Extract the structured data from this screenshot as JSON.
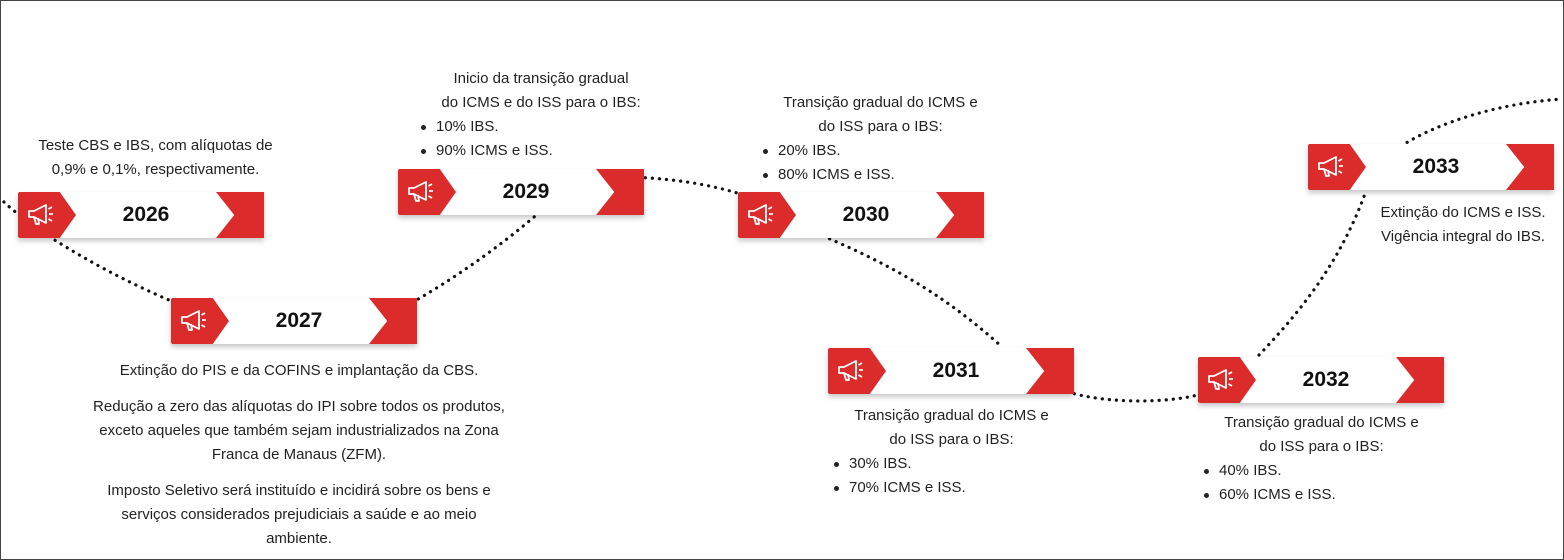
{
  "colors": {
    "accent": "#dc2b2b",
    "path": "#111111",
    "text": "#222222"
  },
  "icon": "megaphone-icon",
  "milestones": [
    {
      "year": "2026",
      "text": [
        "Teste CBS e IBS, com alíquotas de",
        "0,9% e 0,1%, respectivamente."
      ]
    },
    {
      "year": "2027",
      "paragraphs": [
        "Extinção do PIS e da COFINS e implantação da CBS.",
        "Redução a zero das alíquotas do IPI sobre todos os produtos, exceto aqueles que também sejam industrializados na Zona Franca de Manaus (ZFM).",
        "Imposto Seletivo será instituído e incidirá sobre os bens e serviços considerados prejudiciais a saúde e ao meio ambiente."
      ]
    },
    {
      "year": "2029",
      "heading": [
        "Inicio da transição gradual",
        "do ICMS e do ISS para o IBS:"
      ],
      "bullets": [
        "10% IBS.",
        "90% ICMS e ISS."
      ]
    },
    {
      "year": "2030",
      "heading": [
        "Transição gradual do ICMS e",
        "do ISS para o IBS:"
      ],
      "bullets": [
        "20% IBS.",
        "80% ICMS e ISS."
      ]
    },
    {
      "year": "2031",
      "heading": [
        "Transição gradual do ICMS e",
        "do ISS para o IBS:"
      ],
      "bullets": [
        "30% IBS.",
        "70% ICMS e ISS."
      ]
    },
    {
      "year": "2032",
      "heading": [
        "Transição gradual do ICMS e",
        "do ISS para o IBS:"
      ],
      "bullets": [
        "40% IBS.",
        "60% ICMS e ISS."
      ]
    },
    {
      "year": "2033",
      "text": [
        "Extinção do ICMS e ISS.",
        "Vigência integral do IBS."
      ]
    }
  ]
}
